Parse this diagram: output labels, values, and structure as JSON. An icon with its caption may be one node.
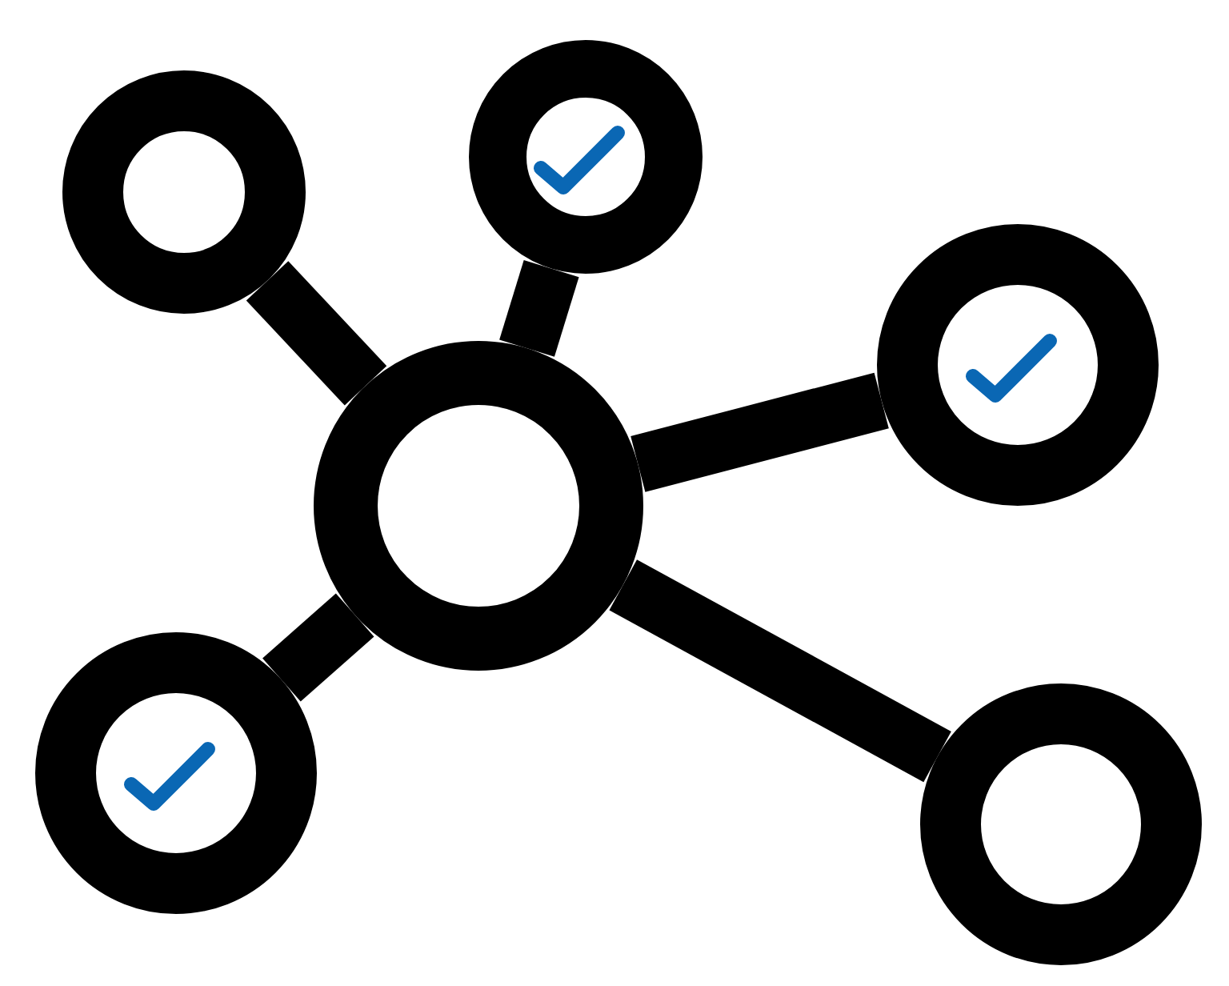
{
  "diagram": {
    "nodes": [
      {
        "text": [],
        "shape": "circle"
      },
      {
        "text": [],
        "shape": "circle"
      },
      {
        "text": [],
        "shape": "checkmark",
        "in": 1
      },
      {
        "text": [],
        "shape": "circle"
      },
      {
        "text": [],
        "shape": "circle"
      },
      {
        "text": [],
        "shape": "checkmark",
        "in": 4
      },
      {
        "text": [],
        "shape": "circle"
      },
      {
        "text": [],
        "shape": "checkmark",
        "in": 6
      },
      {
        "text": [],
        "shape": "circle"
      }
    ],
    "edges": [
      {
        "from": 3,
        "to": 0,
        "arrow": "none"
      },
      {
        "from": 3,
        "to": 1,
        "arrow": "none"
      },
      {
        "from": 3,
        "to": 4,
        "arrow": "none"
      },
      {
        "from": 3,
        "to": 6,
        "arrow": "none"
      },
      {
        "from": 3,
        "to": 8,
        "arrow": "none"
      }
    ]
  }
}
